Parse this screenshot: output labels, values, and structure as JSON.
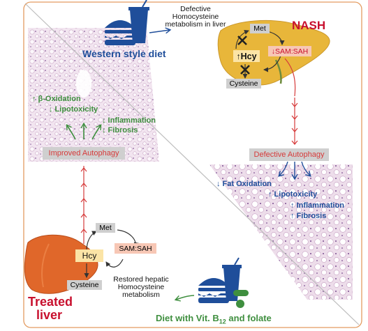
{
  "colors": {
    "border": "#e39b60",
    "liver_nash": "#e8b63a",
    "liver_treated": "#e0672a",
    "red_arrow": "#d63a3a",
    "green_text": "#3f8f3f",
    "blue_text": "#1f4e9a",
    "dark_red_text": "#c8102e",
    "gray_box": "#cfcfcf",
    "pink_box": "#f7c7b5"
  },
  "icons": {
    "western_diet": "burger-and-drink-icon",
    "treatment_diet": "burger-drink-and-pills-icon",
    "block_marks": "cross-mark-icon"
  },
  "top": {
    "diet_label": "Western style diet",
    "defect_text_1": "Defective",
    "defect_text_2": "Homocysteine",
    "defect_text_3": "metabolism in liver"
  },
  "nash": {
    "title": "NASH",
    "met": "Met",
    "sam_sah": "↓SAM:SAH",
    "hcy": "↑Hcy",
    "cysteine": "Cysteine"
  },
  "defective_autophagy": "Defective Autophagy",
  "nash_effects": {
    "fat_oxidation": "↓ Fat Oxidation",
    "lipotoxicity": "↑ Lipotoxicity",
    "inflammation": "↑ Inflammation",
    "fibrosis": "↑ Fibrosis"
  },
  "treated_effects": {
    "beta_oxidation": "↑ β-Oxidation",
    "lipotoxicity": "↓ Lipotoxicity",
    "inflammation": "↓ Inflammation",
    "fibrosis": "↓ Fibrosis"
  },
  "improved_autophagy": "Improved Autophagy",
  "treated": {
    "met": "Met",
    "sam_sah": "SAM:SAH",
    "hcy": "Hcy",
    "cysteine": "Cysteine",
    "title_1": "Treated",
    "title_2": "liver"
  },
  "bottom": {
    "restored_1": "Restored hepatic",
    "restored_2": "Homocysteine",
    "restored_3": "metabolism",
    "diet_label": "Diet with Vit. B",
    "diet_sub": "12",
    "diet_suffix": " and folate"
  }
}
